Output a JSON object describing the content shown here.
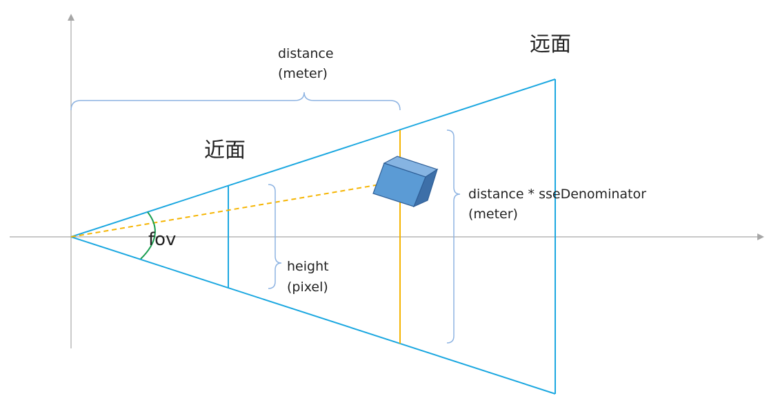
{
  "labels": {
    "far_plane": "远面",
    "near_plane": "近面",
    "fov": "fov",
    "distance": "distance",
    "distance_unit": "(meter)",
    "height": "height",
    "height_unit": "(pixel)",
    "sse_distance": "distance * sseDenominator",
    "sse_unit": "(meter)"
  },
  "colors": {
    "frustum": "#1aa7e0",
    "axis": "#a6a6a6",
    "brace": "#8db3e2",
    "sight_line": "#f5b400",
    "object_plane": "#f5b400",
    "fov_arc": "#1a9e50",
    "cube_front": "#5b9bd5",
    "cube_top": "#86b4e2",
    "cube_side": "#3d6fa8",
    "cube_stroke": "#2f5f97"
  }
}
